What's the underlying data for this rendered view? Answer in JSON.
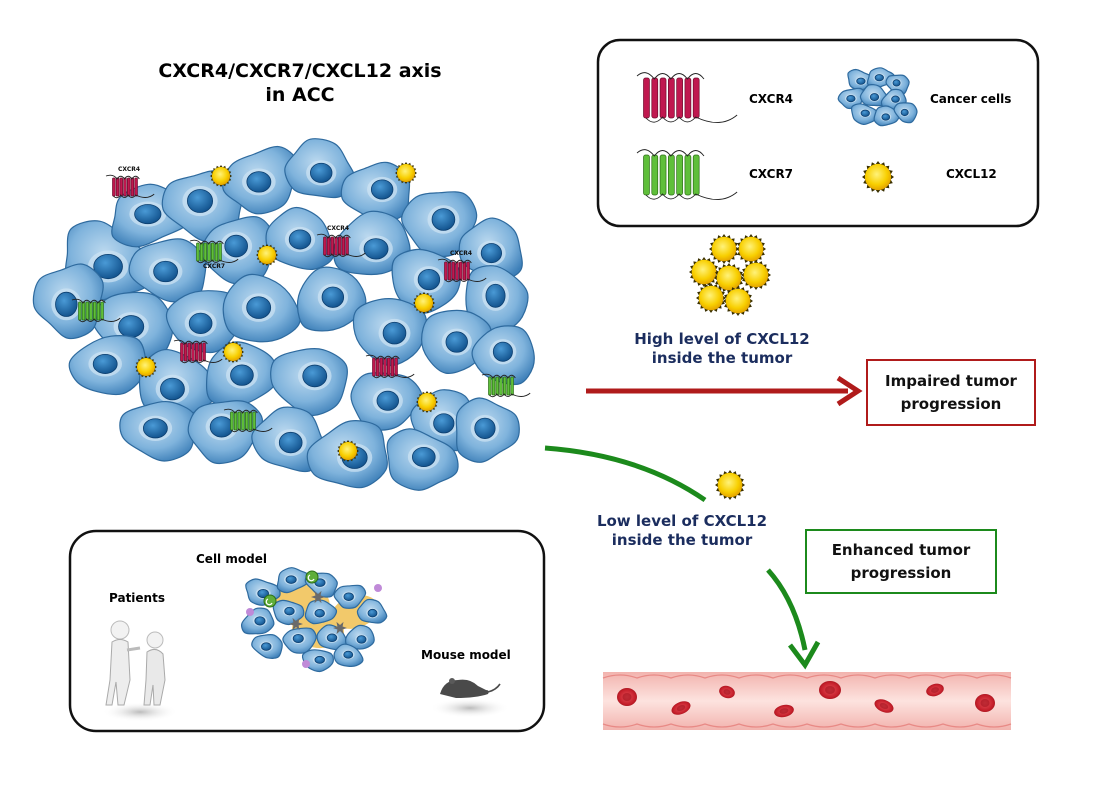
{
  "title": {
    "line1": "CXCR4/CXCR7/CXCL12 axis",
    "line2": "in ACC"
  },
  "legend": {
    "cxcr4": "CXCR4",
    "cxcr7": "CXCR7",
    "cancer_cells": "Cancer cells",
    "cxcl12": "CXCL12"
  },
  "high_level": {
    "line1": "High level of CXCL12",
    "line2": "inside the tumor"
  },
  "low_level": {
    "line1": "Low level of CXCL12",
    "line2": "inside the tumor"
  },
  "outcome_impaired": {
    "line1": "Impaired tumor",
    "line2": "progression"
  },
  "outcome_enhanced": {
    "line1": "Enhanced tumor",
    "line2": "progression"
  },
  "models": {
    "patients": "Patients",
    "cell_model": "Cell model",
    "mouse_model": "Mouse model"
  },
  "tumor_receptor_labels": [
    "CXCR4",
    "CXCR7",
    "CXCR4",
    "CXCR4"
  ],
  "colors": {
    "cxcr4": "#c0184f",
    "cxcr7": "#5fbf3a",
    "cancer_cell": "#6fa8d6",
    "nucleus": "#1c6fad",
    "cxcl12": "#f5c400",
    "arrow_red": "#b01b1b",
    "arrow_green": "#1c8a1c",
    "text_navy": "#1b2d5e",
    "vessel": "#fbd6d2",
    "rbc": "#c41e2a"
  },
  "icons": [
    "cxcr4-receptor-icon",
    "cxcr7-receptor-icon",
    "cancer-cells-icon",
    "cxcl12-ligand-icon",
    "blood-vessel-icon",
    "patients-icon",
    "mouse-icon"
  ]
}
